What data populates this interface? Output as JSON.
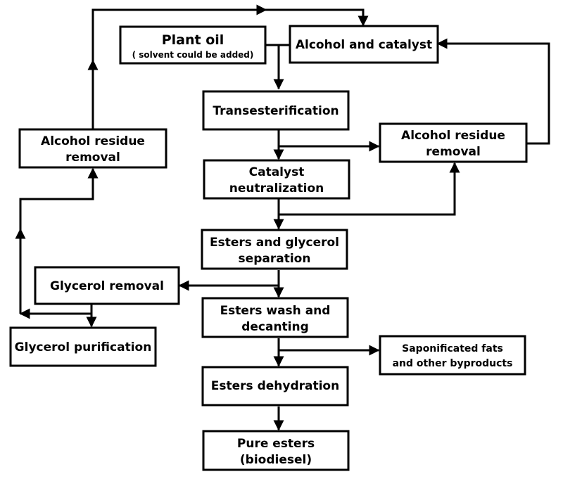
{
  "nodes": {
    "plant_oil": {
      "title": "Plant oil",
      "note": "( solvent could be added)"
    },
    "alcohol_catalyst": {
      "label": "Alcohol and catalyst"
    },
    "transesterification": {
      "label": "Transesterification"
    },
    "alcohol_residue_left": {
      "line1": "Alcohol residue",
      "line2": "removal"
    },
    "alcohol_residue_right": {
      "line1": "Alcohol residue",
      "line2": "removal"
    },
    "catalyst_neutralization": {
      "line1": "Catalyst",
      "line2": "neutralization"
    },
    "esters_glycerol_separation": {
      "line1": "Esters and glycerol",
      "line2": "separation"
    },
    "glycerol_removal": {
      "label": "Glycerol removal"
    },
    "esters_wash": {
      "line1": "Esters wash and",
      "line2": "decanting"
    },
    "glycerol_purification": {
      "label": "Glycerol purification"
    },
    "saponificated": {
      "line1": "Saponificated fats",
      "line2": "and other byproducts"
    },
    "esters_dehydration": {
      "label": "Esters dehydration"
    },
    "pure_esters": {
      "line1": "Pure esters",
      "line2": "(biodiesel)"
    }
  }
}
